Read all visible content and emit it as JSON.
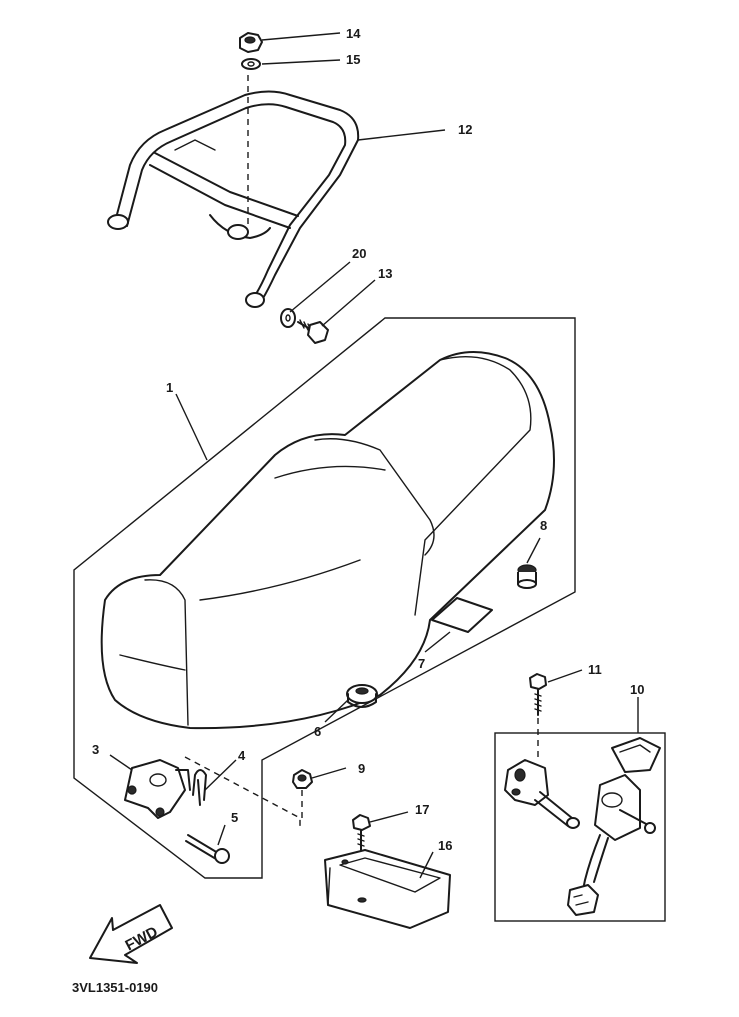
{
  "diagram": {
    "code": "3VL1351-0190",
    "fwd_label": "FWD",
    "callouts": {
      "c1": "1",
      "c3": "3",
      "c4": "4",
      "c5": "5",
      "c6": "6",
      "c7": "7",
      "c8": "8",
      "c9": "9",
      "c10": "10",
      "c11": "11",
      "c12": "12",
      "c13": "13",
      "c14": "14",
      "c15": "15",
      "c16": "16",
      "c17": "17",
      "c20": "20"
    }
  }
}
